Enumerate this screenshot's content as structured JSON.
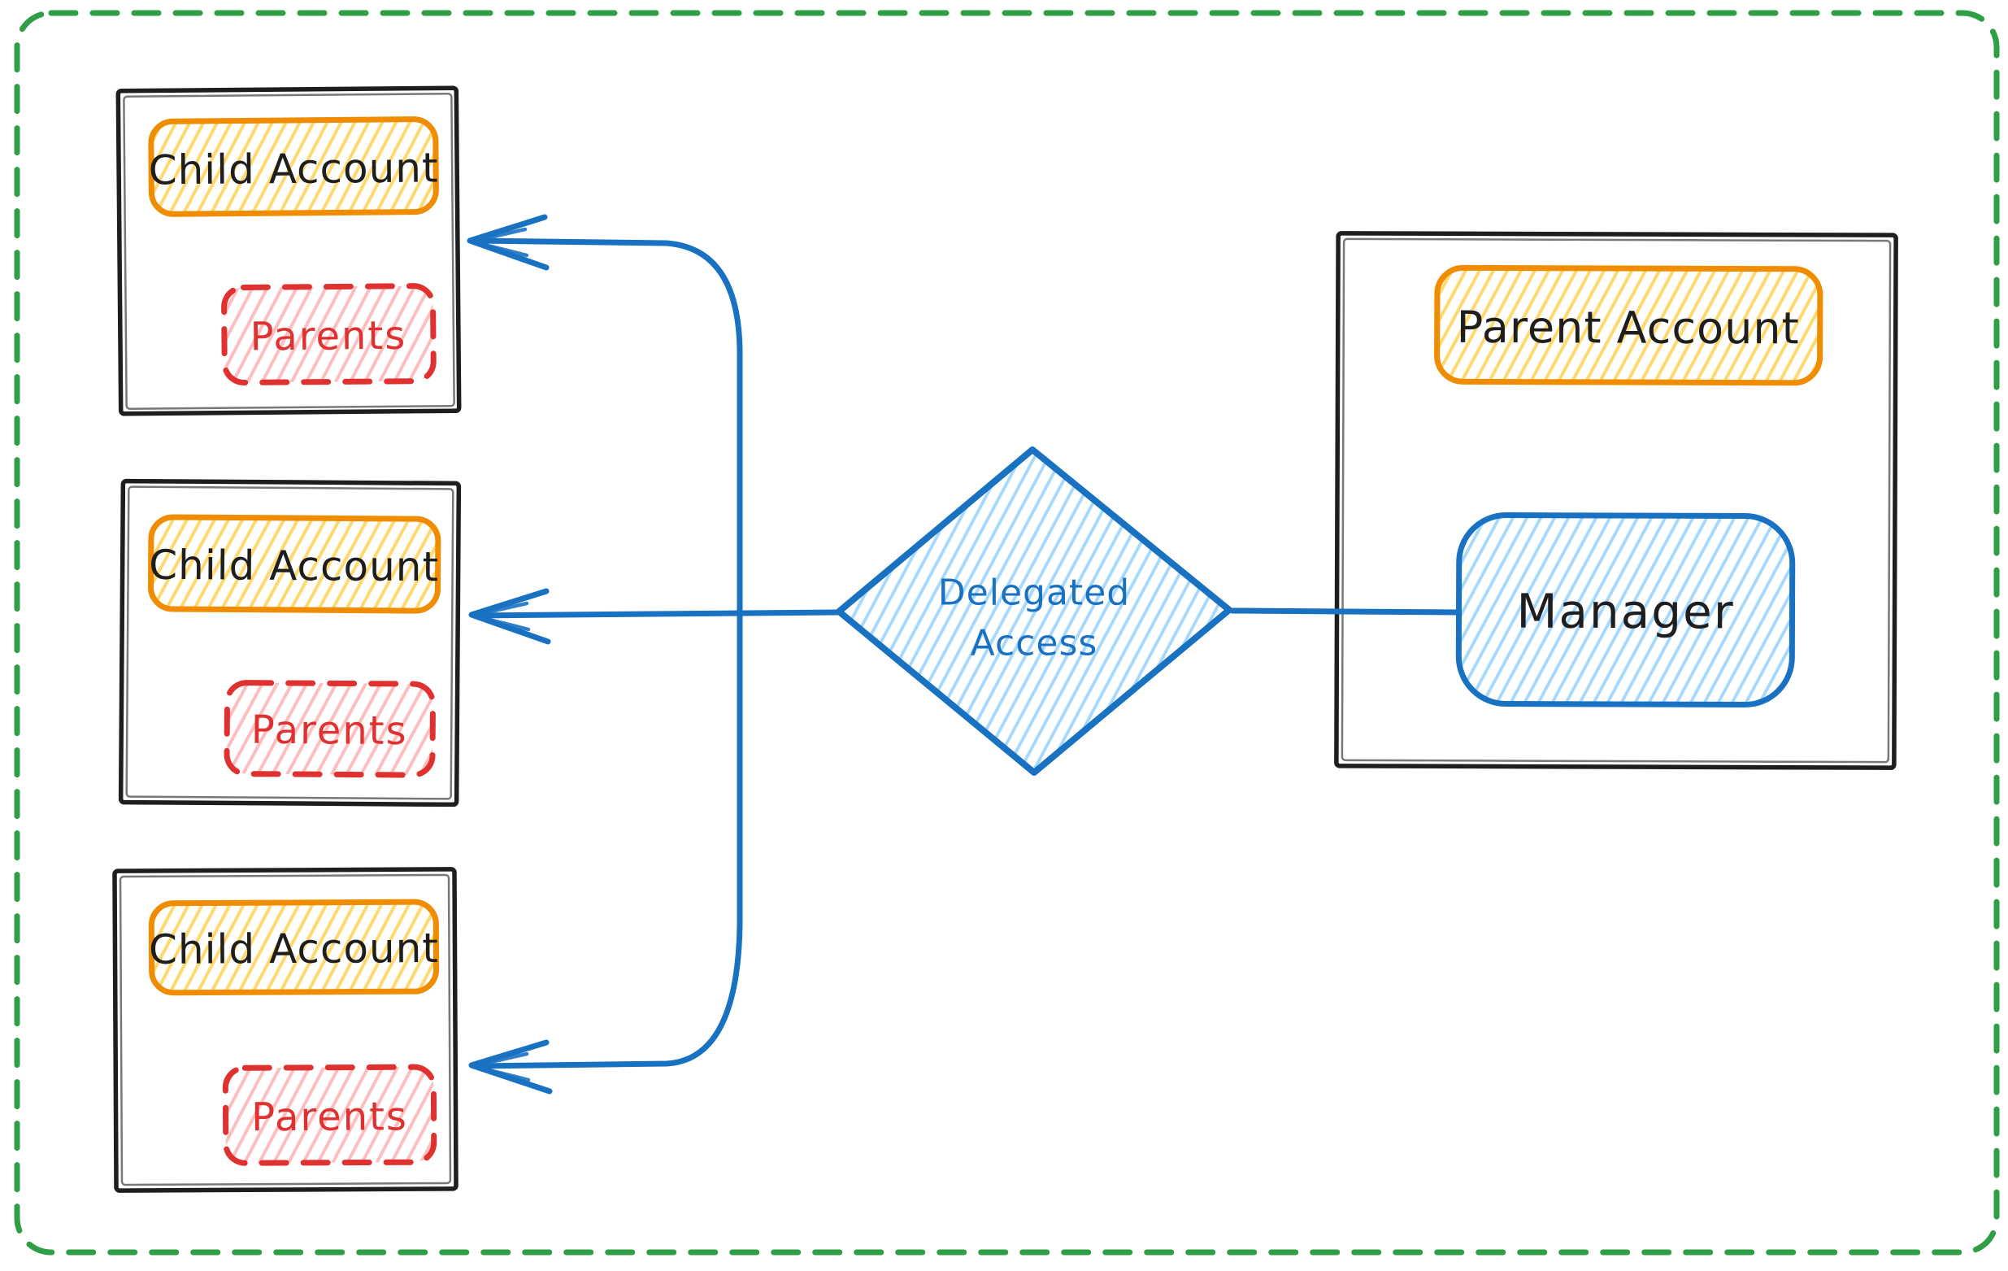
{
  "diagram": {
    "nodes": {
      "child1": {
        "title": "Child Account",
        "member": "Parents"
      },
      "child2": {
        "title": "Child Account",
        "member": "Parents"
      },
      "child3": {
        "title": "Child Account",
        "member": "Parents"
      },
      "parent": {
        "title": "Parent Account",
        "manager": "Manager"
      },
      "decision": {
        "line1": "Delegated",
        "line2": "Access"
      }
    },
    "colors": {
      "canvas_border": "#2f9e44",
      "box_stroke": "#1e1e1e",
      "account_label_stroke": "#f08c00",
      "account_label_hatch": "#ffd96e",
      "parents_stroke": "#e03131",
      "parents_hatch": "#ffbdbd",
      "connector": "#1971c2",
      "connector_hatch": "#a5d8ff"
    }
  }
}
